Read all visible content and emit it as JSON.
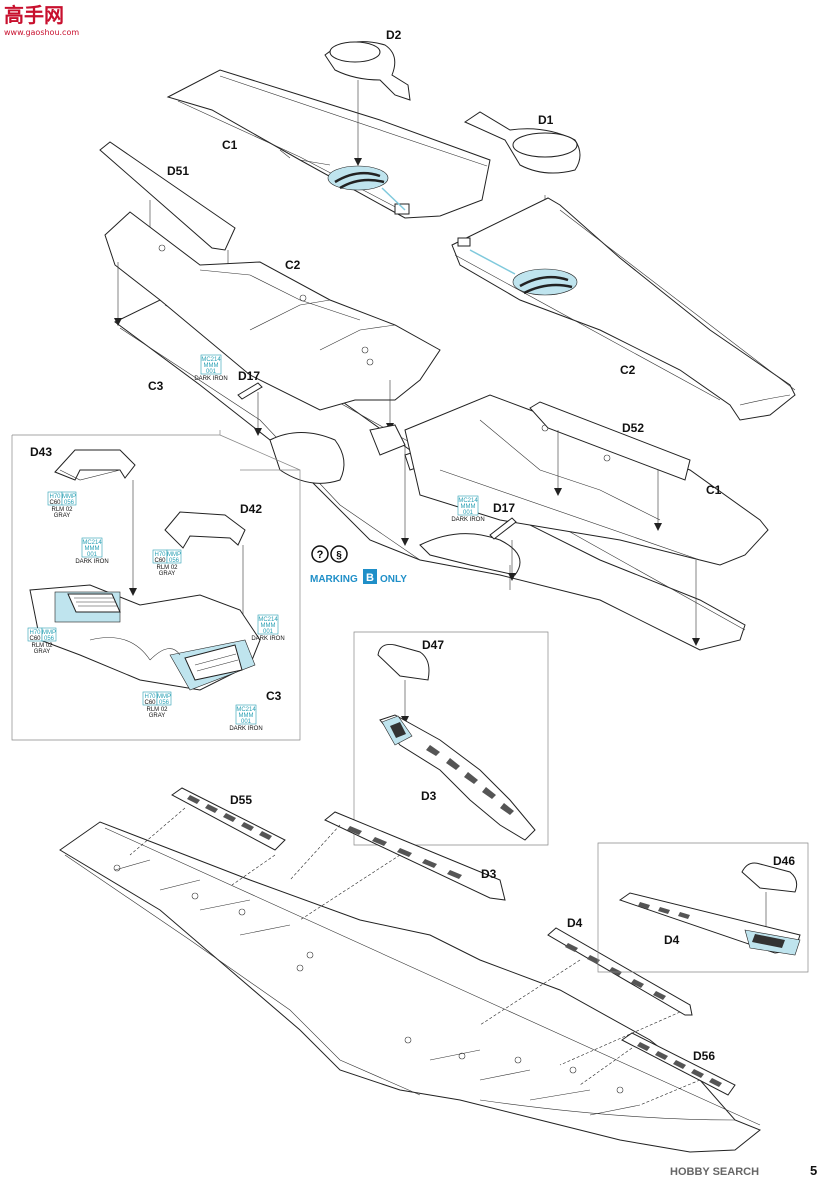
{
  "watermark": {
    "logo_chars": "高手网",
    "url": "www.gaoshou.com"
  },
  "page_number": "5",
  "footer_logo": "HOBBY SEARCH",
  "symbols": {
    "question": "?",
    "section": "§"
  },
  "marking_label": {
    "prefix": "MARKING",
    "letter": "B",
    "suffix": "ONLY"
  },
  "labels": {
    "D2": "D2",
    "D1": "D1",
    "C1_top": "C1",
    "D51": "D51",
    "C2_mid": "C2",
    "C2_right": "C2",
    "C3_main": "C3",
    "D17_left": "D17",
    "D52": "D52",
    "C1_right": "C1",
    "D17_right": "D17",
    "D43": "D43",
    "D42": "D42",
    "C3_inset": "C3",
    "D47": "D47",
    "D3_inset": "D3",
    "D55": "D55",
    "D3_bottom": "D3",
    "D4_top": "D4",
    "D46": "D46",
    "D4_inset": "D4",
    "D56": "D56"
  },
  "color_callouts": {
    "iron_main_left": [
      "MC214",
      "MMM",
      "001",
      "DARK IRON"
    ],
    "iron_main_right": [
      "MC214",
      "MMM",
      "001",
      "DARK IRON"
    ],
    "d43": [
      "H70",
      "MMP",
      "C60",
      "056",
      "RLM 02",
      "GRAY"
    ],
    "iron_inset_a": [
      "MC214",
      "MMM",
      "001",
      "DARK IRON"
    ],
    "d42": [
      "H70",
      "MMP",
      "C60",
      "056",
      "RLM 02",
      "GRAY"
    ],
    "gray_inset_a": [
      "H70",
      "MMP",
      "C60",
      "056",
      "RLM 02",
      "GRAY"
    ],
    "iron_inset_b": [
      "MC214",
      "MMM",
      "001",
      "DARK IRON"
    ],
    "gray_inset_b": [
      "H70",
      "MMP",
      "C60",
      "056",
      "RLM 02",
      "GRAY"
    ],
    "iron_inset_c": [
      "MC214",
      "MMM",
      "001",
      "DARK IRON"
    ]
  },
  "colors": {
    "callout_teal": "#2aa0b4",
    "highlight_blue": "#bfe4ee",
    "marking_blue": "#1f8fc8"
  }
}
